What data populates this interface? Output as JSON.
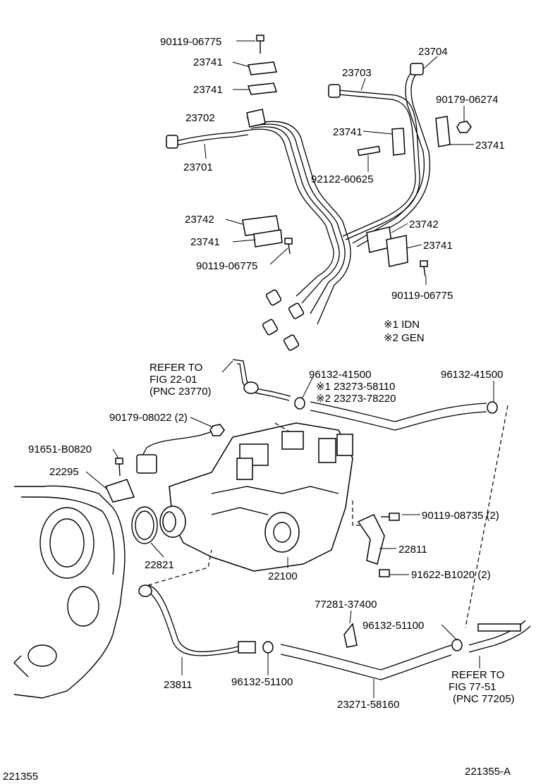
{
  "diagram": {
    "callouts": {
      "c1": "90119-06775",
      "c2": "23741",
      "c3": "23741",
      "c4": "23702",
      "c5": "23701",
      "c6": "23703",
      "c7": "23704",
      "c8": "90179-06274",
      "c9": "23741",
      "c10": "23741",
      "c11": "92122-60625",
      "c12": "23742",
      "c13": "23741",
      "c14": "90119-06775",
      "c15": "23742",
      "c16": "23741",
      "c17": "90119-06775",
      "c18": "※1 IDN",
      "c19": "※2 GEN",
      "c20": "REFER TO",
      "c21": "FIG 22-01",
      "c22": "(PNC 23770)",
      "c23": "96132-41500",
      "c24": "※1 23273-58110",
      "c25": "※2 23273-78220",
      "c26": "96132-41500",
      "c27": "90179-08022 (2)",
      "c28": "91651-B0820",
      "c29": "22295",
      "c30": "90119-08735 (2)",
      "c31": "22811",
      "c32": "22821",
      "c33": "22100",
      "c34": "91622-B1020 (2)",
      "c35": "77281-37400",
      "c36": "96132-51100",
      "c37": "REFER TO",
      "c38": "FIG 77-51",
      "c39": "(PNC 77205)",
      "c40": "23811",
      "c41": "96132-51100",
      "c42": "23271-58160"
    },
    "footer": {
      "left_code": "221355",
      "right_code": "221355-A"
    }
  }
}
